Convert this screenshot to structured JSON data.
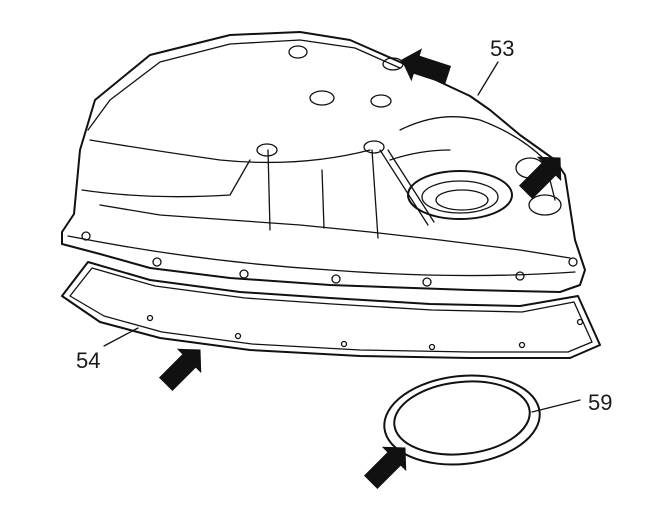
{
  "labels": {
    "pan": "53",
    "gasket": "54",
    "seal": "59"
  },
  "icons": {
    "arrow": "arrow-icon"
  },
  "colors": {
    "ink": "#111111",
    "background": "#ffffff"
  }
}
